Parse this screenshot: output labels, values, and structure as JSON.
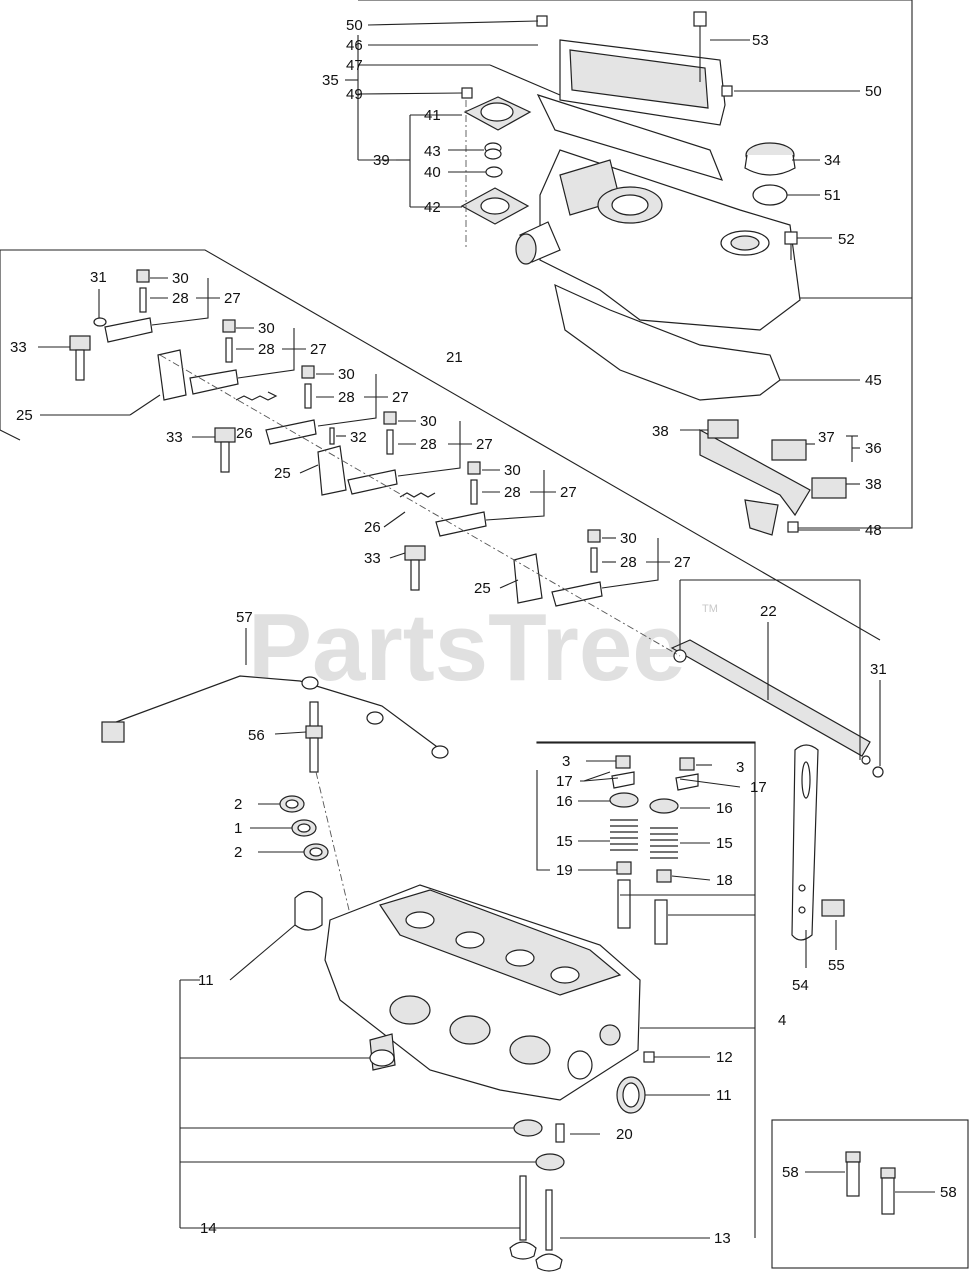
{
  "watermark": {
    "text": "PartsTree",
    "trademark": "TM"
  },
  "callouts": {
    "c50a": "50",
    "c46": "46",
    "c47": "47",
    "c35": "35",
    "c49": "49",
    "c39": "39",
    "c41": "41",
    "c43": "43",
    "c40": "40",
    "c42": "42",
    "c53": "53",
    "c50b": "50",
    "c34": "34",
    "c51": "51",
    "c52": "52",
    "c45": "45",
    "c38a": "38",
    "c37": "37",
    "c36": "36",
    "c38b": "38",
    "c48": "48",
    "c31a": "31",
    "c30a": "30",
    "c28a": "28",
    "c27a": "27",
    "c33a": "33",
    "c30b": "30",
    "c28b": "28",
    "c27b": "27",
    "c25a": "25",
    "c21": "21",
    "c30c": "30",
    "c28c": "28",
    "c27c": "27",
    "c30d": "30",
    "c28d": "28",
    "c27d": "27",
    "c33b": "33",
    "c26a": "26",
    "c32": "32",
    "c25b": "25",
    "c30e": "30",
    "c28e": "28",
    "c27e": "27",
    "c26b": "26",
    "c30f": "30",
    "c28f": "28",
    "c27f": "27",
    "c33c": "33",
    "c25c": "25",
    "c22": "22",
    "c31b": "31",
    "c57": "57",
    "c56": "56",
    "c3a": "3",
    "c3b": "3",
    "c17a": "17",
    "c17b": "17",
    "c16a": "16",
    "c16b": "16",
    "c15a": "15",
    "c15b": "15",
    "c19": "19",
    "c18": "18",
    "c2a": "2",
    "c1": "1",
    "c2b": "2",
    "c11a": "11",
    "c4": "4",
    "c54": "54",
    "c55": "55",
    "c12": "12",
    "c11b": "11",
    "c20": "20",
    "c14": "14",
    "c13": "13",
    "c58a": "58",
    "c58b": "58"
  }
}
